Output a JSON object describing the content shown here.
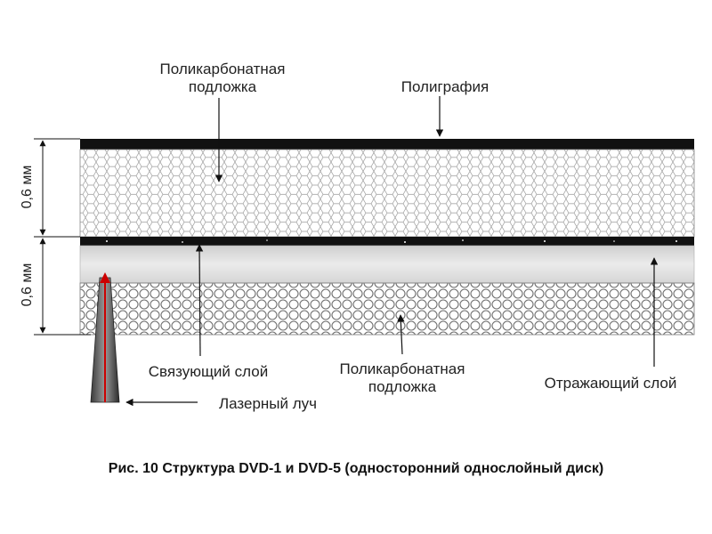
{
  "labels": {
    "polycarbonate_top": [
      "Поликарбонатная",
      "подложка"
    ],
    "printing": "Полиграфия",
    "dimension_top": "0,6 мм",
    "dimension_bottom": "0,6 мм",
    "bonding_layer": "Связующий слой",
    "polycarbonate_bottom": [
      "Поликарбонатная",
      "подложка"
    ],
    "reflective_layer": "Отражающий слой",
    "laser_beam": "Лазерный луч"
  },
  "caption": "Рис. 10 Структура DVD-1 и DVD-5 (односторонний однослойный диск)",
  "colors": {
    "ink": "#111111",
    "beam": "#cc0000",
    "reflective": "#dcdcdc"
  }
}
